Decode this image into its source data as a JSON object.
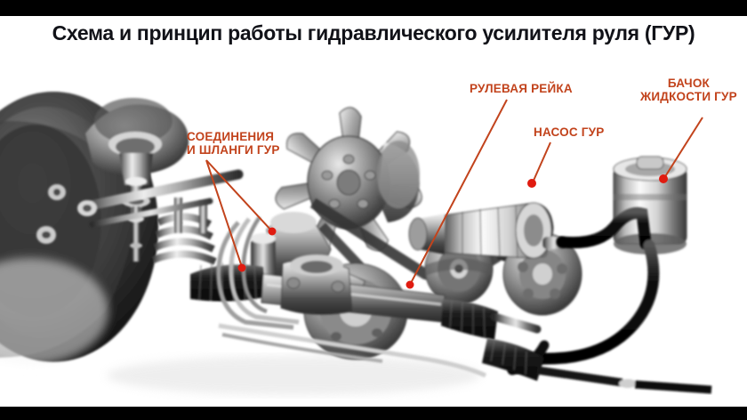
{
  "page": {
    "title": "Схема и принцип работы гидравлического усилителя руля (ГУР)",
    "title_color": "#111218",
    "background_color": "#ffffff",
    "letterbox_color": "#000000",
    "label_color": "#C2431C",
    "leader_color": "#C2431C",
    "dot_color": "#E01B10"
  },
  "illustration": {
    "name": "power-steering-system-cutaway",
    "style": "grayscale airbrush technical drawing",
    "description": "Cutaway drawing of a front suspension, steering rack, engine accessory drive with cooling fan and belt, power steering pump, fluid reservoir and connecting hoses.",
    "components": [
      "wheel-hub-brake-disc",
      "steering-knuckle",
      "coil-spring-strut",
      "steering-rack-with-bellows-boots",
      "tie-rod",
      "engine-cooling-fan",
      "crankshaft-pulley",
      "idler-pulley",
      "drive-belt",
      "power-steering-pump",
      "fluid-reservoir",
      "high-pressure-hose",
      "return-hose",
      "metal-hydraulic-lines"
    ]
  },
  "callouts": [
    {
      "id": "hoses",
      "lines": [
        "СОЕДИНЕНИЯ",
        "И ШЛАНГИ ГУР"
      ],
      "text": "СОЕДИНЕНИЯ И ШЛАНГИ ГУР",
      "align": "left"
    },
    {
      "id": "rack",
      "lines": [
        "РУЛЕВАЯ РЕЙКА"
      ],
      "text": "РУЛЕВАЯ РЕЙКА",
      "align": "left"
    },
    {
      "id": "pump",
      "lines": [
        "НАСОС ГУР"
      ],
      "text": "НАСОС ГУР",
      "align": "left"
    },
    {
      "id": "tank",
      "lines": [
        "БАЧОК",
        "ЖИДКОСТИ ГУР"
      ],
      "text": "БАЧОК ЖИДКОСТИ ГУР",
      "align": "center"
    }
  ]
}
